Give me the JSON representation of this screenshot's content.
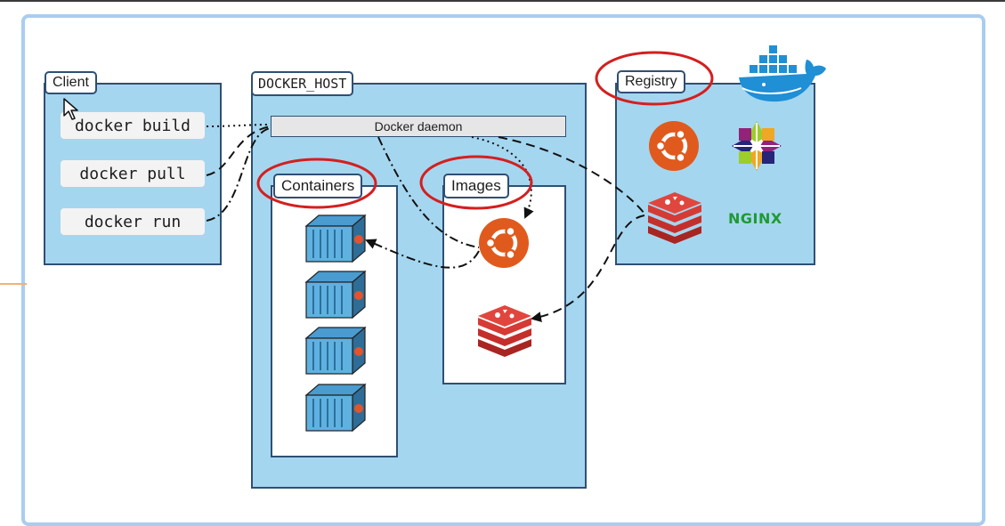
{
  "client": {
    "label": "Client",
    "commands": [
      "docker build",
      "docker pull",
      "docker run"
    ]
  },
  "docker_host": {
    "label": "DOCKER_HOST",
    "daemon_label": "Docker daemon",
    "containers_label": "Containers",
    "images_label": "Images"
  },
  "registry": {
    "label": "Registry",
    "nginx_label": "NGINX"
  },
  "icons": {
    "docker": "docker-whale-icon",
    "ubuntu": "ubuntu-icon",
    "redis": "redis-icon",
    "centos": "centos-icon",
    "container": "container-icon"
  },
  "colors": {
    "panel_fill": "#a5d6ef",
    "panel_border": "#2f4f74",
    "highlight_ellipse": "#d41f1f",
    "ubuntu": "#e05a1e",
    "redis": "#d3302f",
    "nginx": "#1f9a33",
    "docker_blue": "#1f8fd6"
  }
}
